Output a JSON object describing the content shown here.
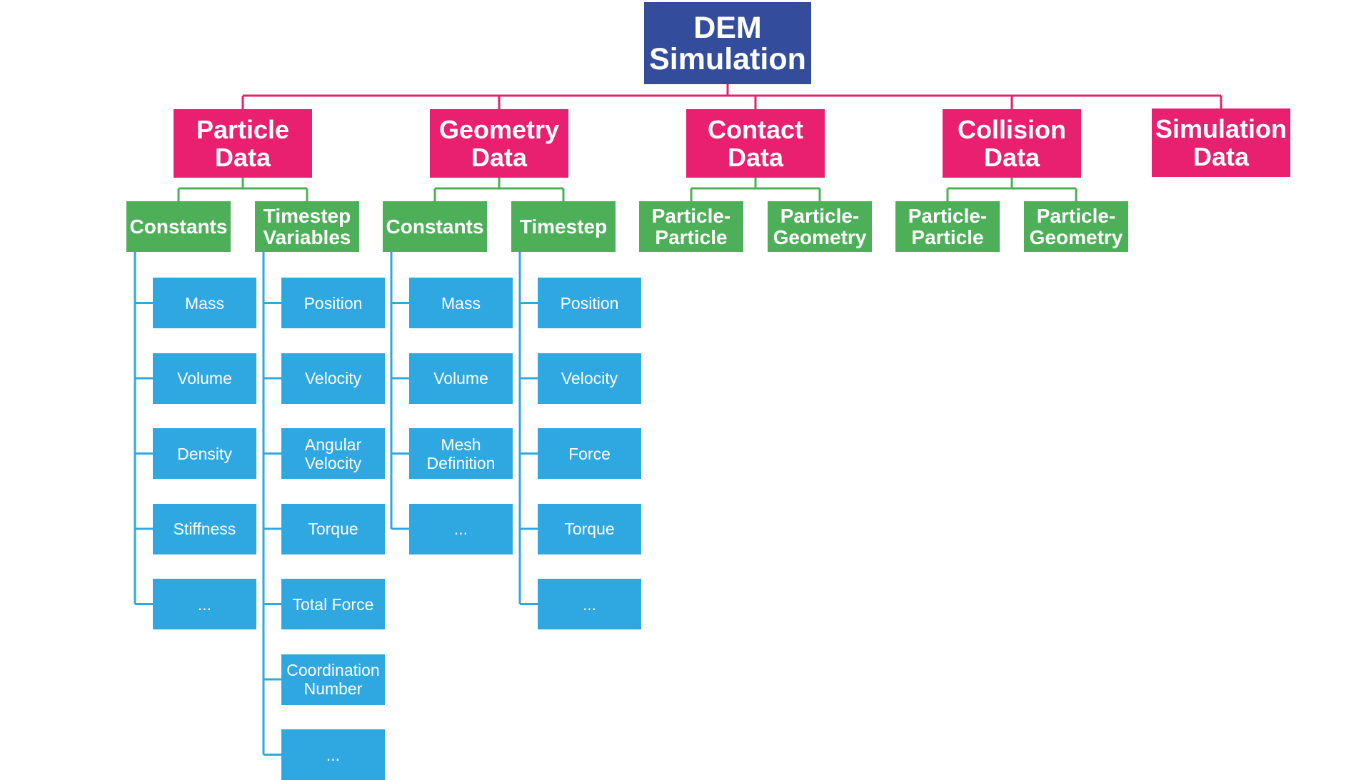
{
  "colors": {
    "root": "#344c9c",
    "category": "#e8206f",
    "subcategory": "#4daf58",
    "leaf": "#2fa8e2",
    "line_root": "#e4206f",
    "line_sub": "#4daf58",
    "line_leaf": "#2fa8e2"
  },
  "root": {
    "label": "DEM\nSimulation"
  },
  "categories": [
    {
      "id": "particle",
      "label": "Particle\nData"
    },
    {
      "id": "geometry",
      "label": "Geometry\nData"
    },
    {
      "id": "contact",
      "label": "Contact\nData"
    },
    {
      "id": "collision",
      "label": "Collision\nData"
    },
    {
      "id": "simulation",
      "label": "Simulation\nData"
    }
  ],
  "subcategories": [
    {
      "id": "particle-constants",
      "parent": "particle",
      "label": "Constants",
      "items": [
        "Mass",
        "Volume",
        "Density",
        "Stiffness",
        "..."
      ]
    },
    {
      "id": "particle-timestep-variables",
      "parent": "particle",
      "label": "Timestep\nVariables",
      "items": [
        "Position",
        "Velocity",
        "Angular\nVelocity",
        "Torque",
        "Total Force",
        "Coordination\nNumber",
        "..."
      ]
    },
    {
      "id": "geometry-constants",
      "parent": "geometry",
      "label": "Constants",
      "items": [
        "Mass",
        "Volume",
        "Mesh\nDefinition",
        "..."
      ]
    },
    {
      "id": "geometry-timestep",
      "parent": "geometry",
      "label": "Timestep",
      "items": [
        "Position",
        "Velocity",
        "Force",
        "Torque",
        "..."
      ]
    },
    {
      "id": "contact-particle-particle",
      "parent": "contact",
      "label": "Particle-\nParticle",
      "items": []
    },
    {
      "id": "contact-particle-geometry",
      "parent": "contact",
      "label": "Particle-\nGeometry",
      "items": []
    },
    {
      "id": "collision-particle-particle",
      "parent": "collision",
      "label": "Particle-\nParticle",
      "items": []
    },
    {
      "id": "collision-particle-geometry",
      "parent": "collision",
      "label": "Particle-\nGeometry",
      "items": []
    }
  ]
}
